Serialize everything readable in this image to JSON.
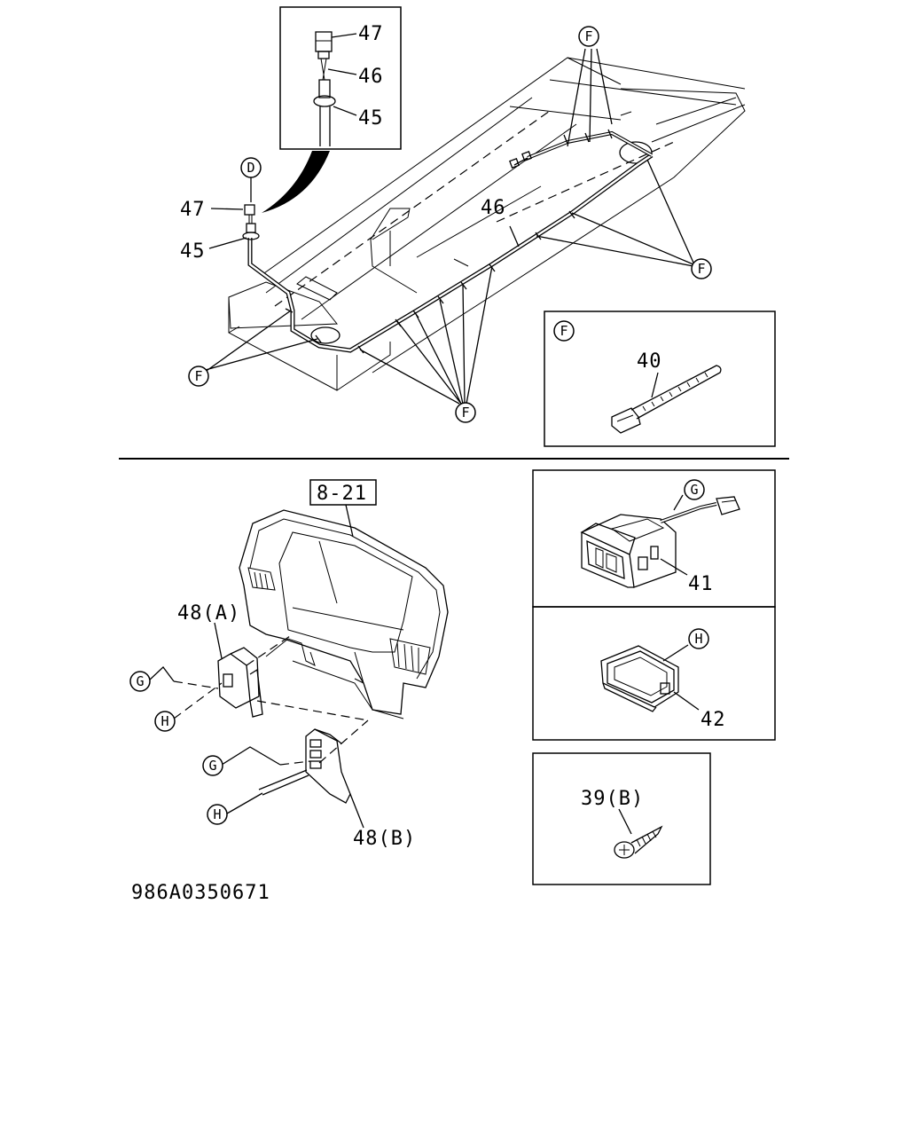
{
  "diagram": {
    "figure_code": "986A0350671",
    "ref_page": "8-21",
    "part_labels": {
      "p47_inset": "47",
      "p46_inset": "46",
      "p45_inset": "45",
      "p47_main": "47",
      "p45_main": "45",
      "p46_main": "46",
      "p40": "40",
      "p41": "41",
      "p42": "42",
      "p39b": "39(B)",
      "p48a": "48(A)",
      "p48b": "48(B)"
    },
    "callouts": {
      "D": "D",
      "F": "F",
      "G": "G",
      "H": "H"
    }
  }
}
